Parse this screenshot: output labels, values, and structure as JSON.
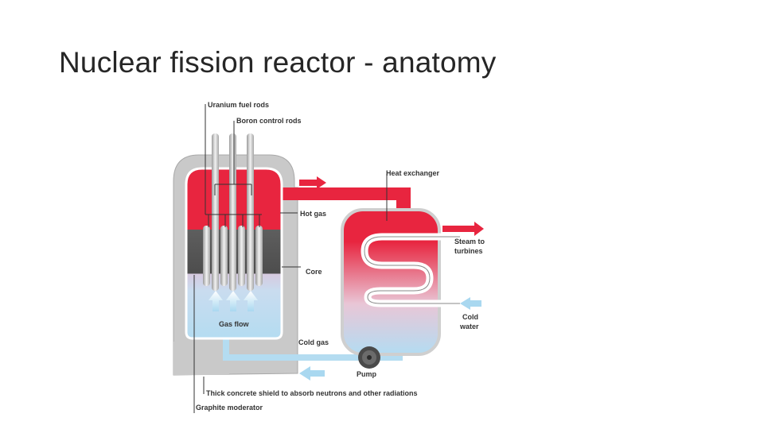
{
  "slide": {
    "title": "Nuclear fission reactor - anatomy"
  },
  "diagram": {
    "labels": {
      "uranium_fuel_rods": "Uranium fuel rods",
      "boron_control_rods": "Boron control rods",
      "heat_exchanger": "Heat exchanger",
      "hot_gas": "Hot gas",
      "steam_line1": "Steam to",
      "steam_line2": "turbines",
      "core": "Core",
      "cold_water_line1": "Cold",
      "cold_water_line2": "water",
      "gas_flow": "Gas flow",
      "cold_gas": "Cold gas",
      "pump": "Pump",
      "shield": "Thick concrete shield to absorb neutrons and other radiations",
      "graphite_moderator": "Graphite moderator"
    },
    "colors": {
      "hot": "#e8253f",
      "cold": "#a9d8f0",
      "concrete": "#c8c8c8",
      "core": "#5a5a5a",
      "label": "#333333"
    }
  }
}
